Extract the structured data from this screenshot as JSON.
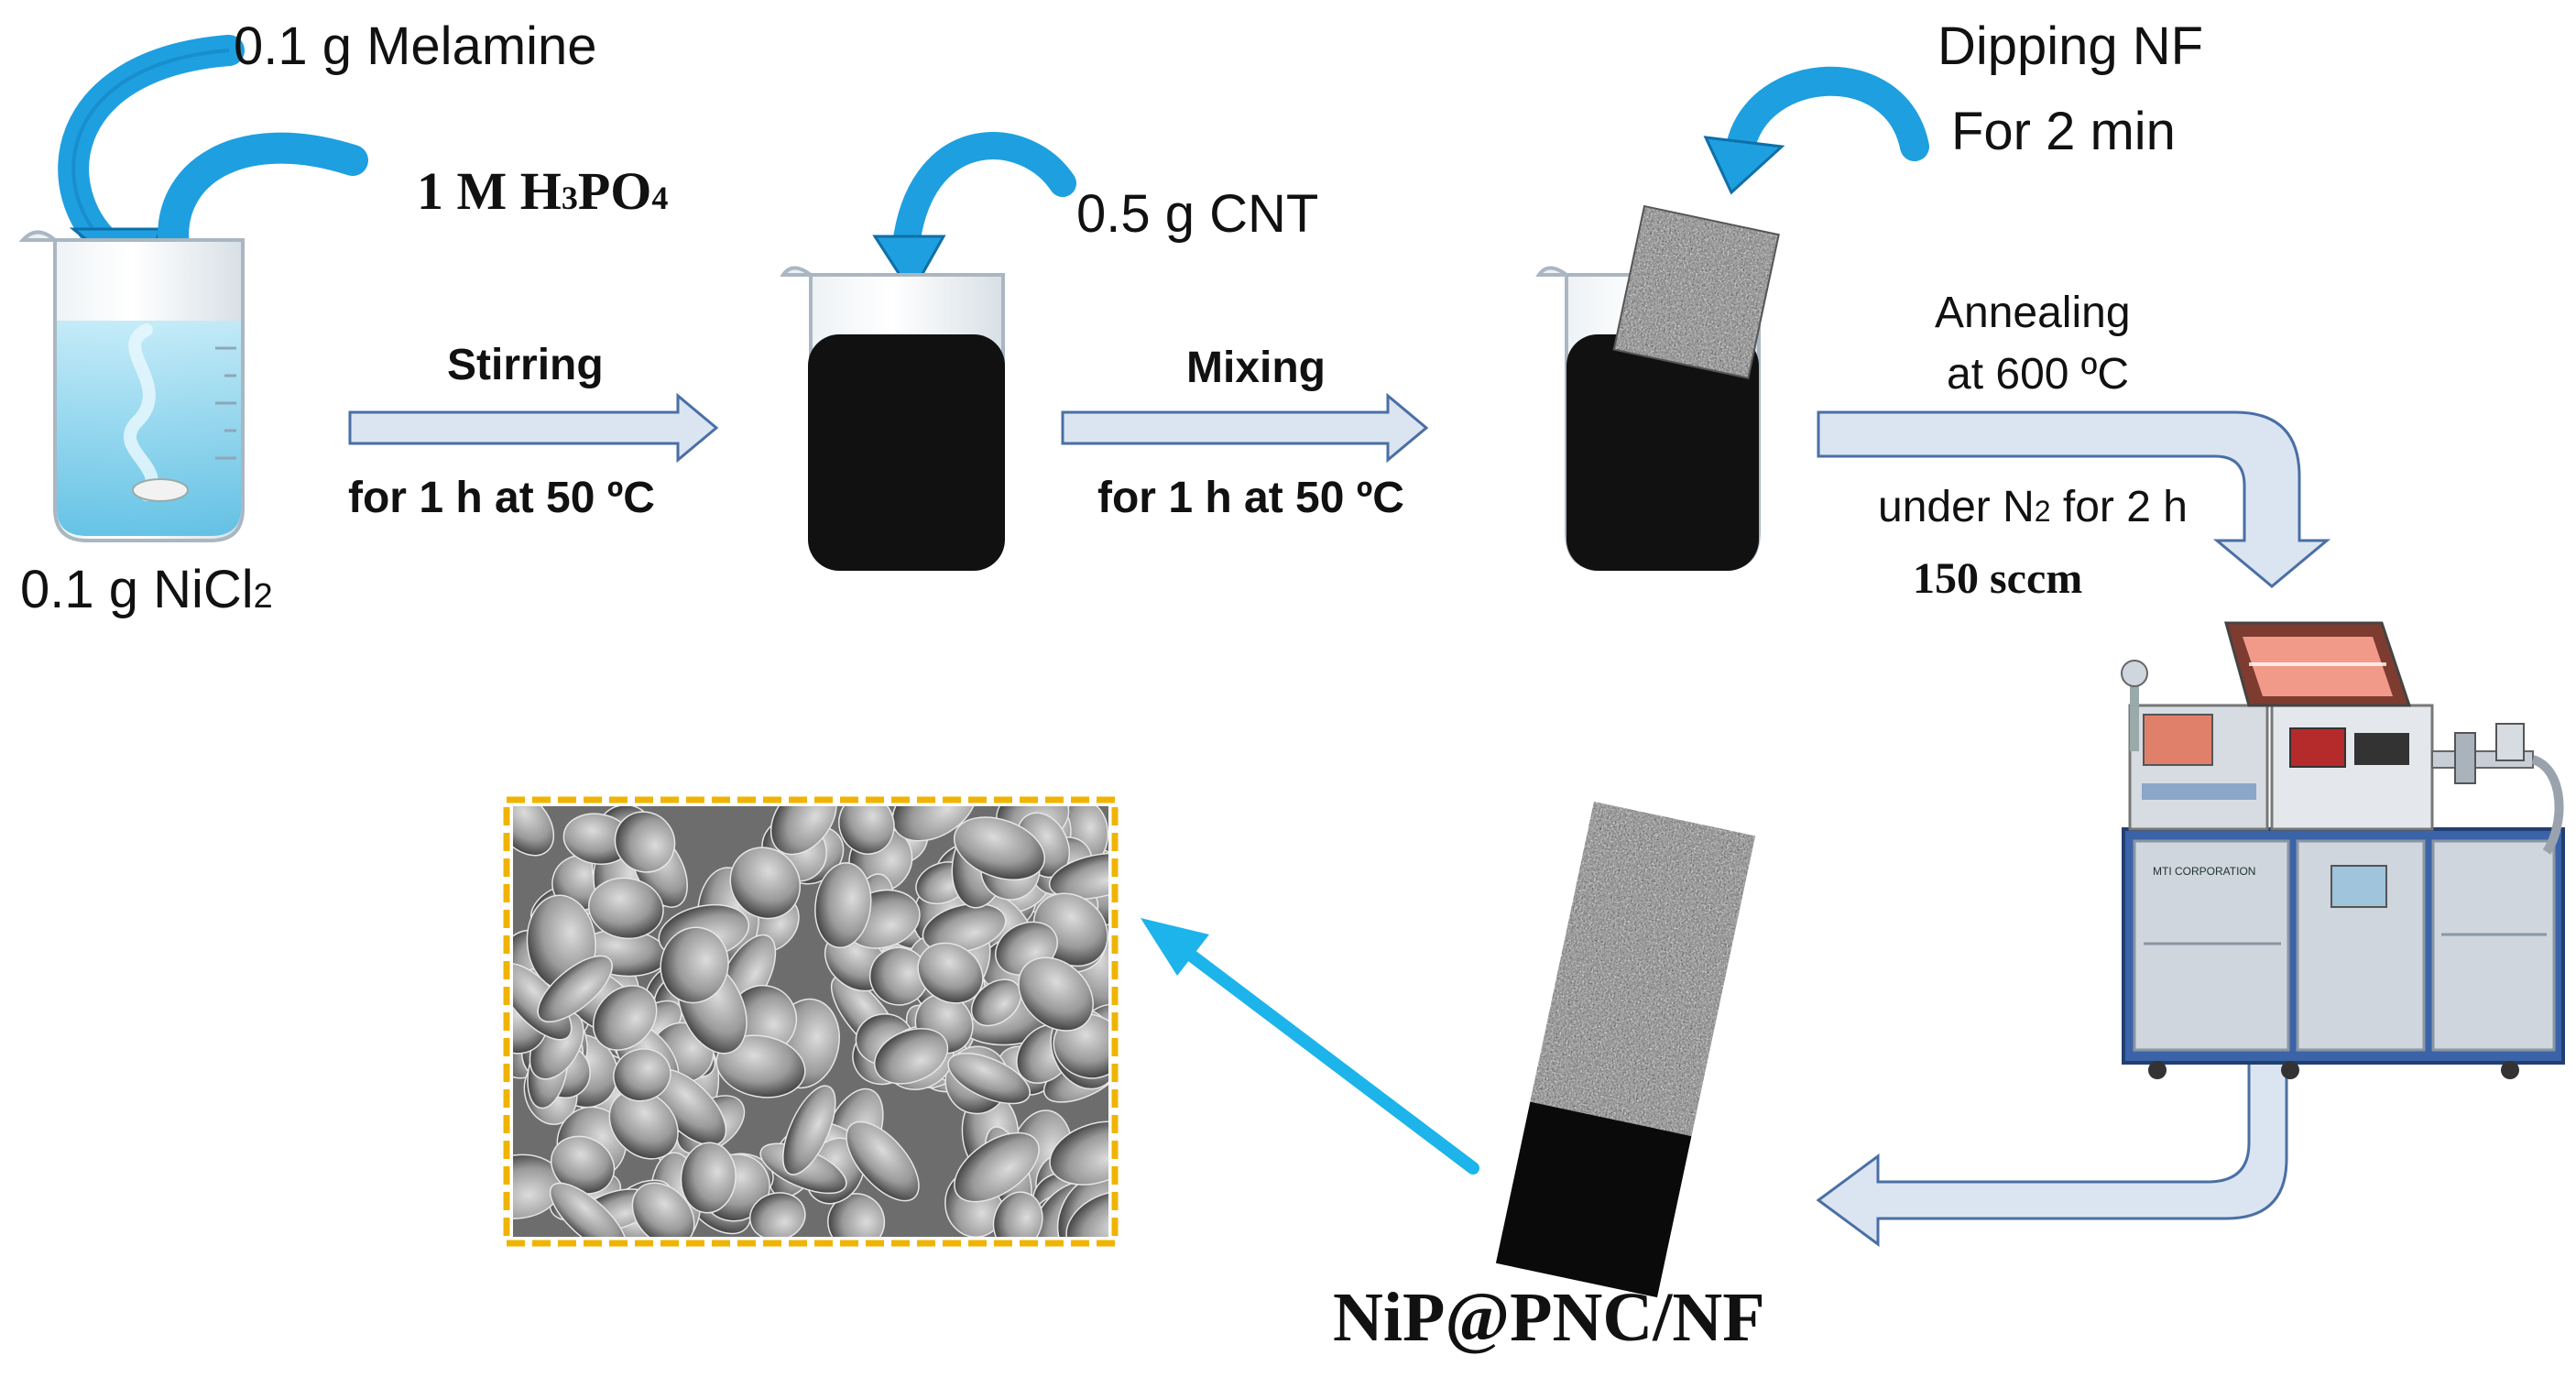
{
  "labels": {
    "melamine": "0.1 g Melamine",
    "h3po4_main": "1 M H",
    "h3po4_sub3": "3",
    "h3po4_po": "PO",
    "h3po4_sub4": "4",
    "nicl2_main": "0.1 g NiCl",
    "nicl2_sub": "2",
    "cnt": "0.5 g CNT",
    "dipping_line1": "Dipping NF",
    "dipping_line2": "For 2 min",
    "stirring": "Stirring",
    "stirring_cond": "for 1 h at 50 ºC",
    "mixing": "Mixing",
    "mixing_cond": "for 1 h at 50 ºC",
    "annealing_line1": "Annealing",
    "annealing_line2": "at 600 ºC",
    "under_main": "under N",
    "under_sub": "2",
    "under_rest": " for 2 h",
    "flow": "150 sccm",
    "product": "NiP@PNC/NF"
  },
  "furnace": {
    "brand_text": "MTI CORPORATION"
  },
  "colors": {
    "blue_arrow": "#1e9fe0",
    "flow_arrow_fill": "#dbe5f1",
    "flow_arrow_stroke": "#4a6fa5",
    "pointer_arrow": "#1cb4ea",
    "sem_border": "#f0b400",
    "solution": "#111111"
  }
}
